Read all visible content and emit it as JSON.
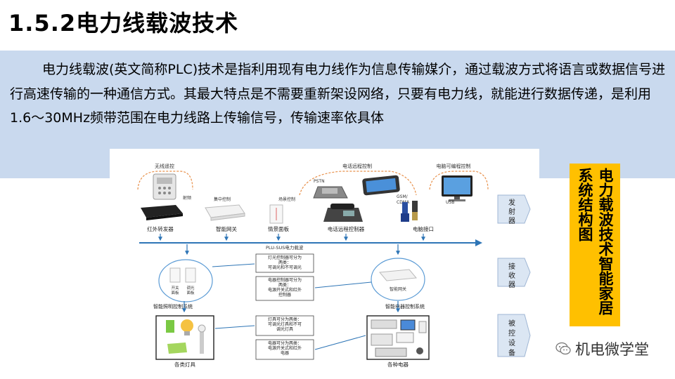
{
  "title": "1.5.2电力线载波技术",
  "paragraph": "电力线载波(英文简称PLC)技术是指利用现有电力线作为信息传输媒介，通过载波方式将语言或数据信号进行高速传输的一种通信方式。其最大特点是不需要重新架设网络，只要有电力线，就能进行数据传递，是利用1.6～30MHz频带范围在电力线路上传输信号，传输速率依具体",
  "side_caption": "电力载波技术智能家居系统结构图",
  "watermark": "机电微学堂",
  "diagram": {
    "top_group_labels": [
      "无线遥控",
      "电话远程控制",
      "电脑可编程控制"
    ],
    "device_small_labels": [
      "射频",
      "集中控制",
      "场景控制"
    ],
    "phone_labels": [
      "PSTN",
      "GSM/\nCDMA"
    ],
    "usb_label": "USB",
    "devices": [
      "红外转发器",
      "智能网关",
      "情景面板",
      "电话远程控制器",
      "电脑接口"
    ],
    "bus_label": "PLU-SUS电力载波",
    "stages": [
      "发射器",
      "接收器",
      "被控设备"
    ],
    "left_panels": [
      "开关\n面板",
      "调光\n面板"
    ],
    "right_gateway": "智能网关",
    "info_boxes": [
      "灯光控制器可分为\n两类：\n可调光和不可调光",
      "电器控制器可分为\n两类：\n电源开关式和红外\n控制器",
      "灯具可分为两类：\n可调光灯具和不可\n调光灯具",
      "电器可分为两类：\n电源开关式和红外\n电器"
    ],
    "systems": [
      "智能照明控制系统",
      "智能电器控制系统"
    ],
    "bottom_labels": [
      "各类灯具",
      "各种电器"
    ]
  }
}
